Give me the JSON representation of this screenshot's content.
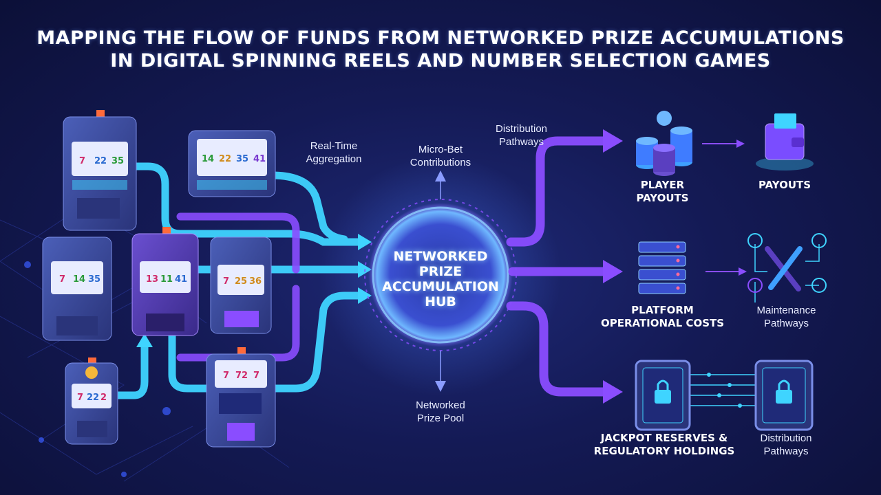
{
  "title": {
    "line1": "MAPPING THE FLOW OF FUNDS FROM NETWORKED PRIZE ACCUMULATIONS",
    "line2": "IN DIGITAL SPINNING REELS AND NUMBER SELECTION GAMES"
  },
  "hub": {
    "line1": "NETWORKED",
    "line2": "PRIZE",
    "line3": "ACCUMULATION",
    "line4": "HUB"
  },
  "labels": {
    "real_time_1": "Real-Time",
    "real_time_2": "Aggregation",
    "micro_bet_1": "Micro-Bet",
    "micro_bet_2": "Contributions",
    "networked_pool_1": "Networked",
    "networked_pool_2": "Prize Pool",
    "distribution_top_1": "Distribution",
    "distribution_top_2": "Pathways"
  },
  "outputs": {
    "player_payouts_1": "PLAYER",
    "player_payouts_2": "PAYOUTS",
    "payouts": "PAYOUTS",
    "platform_1": "PLATFORM",
    "platform_2": "OPERATIONAL COSTS",
    "maintenance_1": "Maintenance",
    "maintenance_2": "Pathways",
    "jackpot_1": "JACKPOT RESERVES &",
    "jackpot_2": "REGULATORY HOLDINGS",
    "distribution_bottom_1": "Distribution",
    "distribution_bottom_2": "Pathways"
  },
  "reels": {
    "m1": [
      "7",
      "22",
      "35"
    ],
    "m2": [
      "14",
      "22",
      "35",
      "41"
    ],
    "m3": [
      "7",
      "14",
      "35"
    ],
    "m4": [
      "13",
      "11",
      "41"
    ],
    "m5": [
      "7",
      "25",
      "36"
    ],
    "m6": [
      "7",
      "22",
      "2"
    ],
    "m7": [
      "7",
      "72",
      "7"
    ]
  },
  "colors": {
    "cyan_flow": "#3fd4ff",
    "purple_flow": "#8a4dff",
    "hub_glow": "#6fb8ff",
    "background": "#141a55"
  }
}
